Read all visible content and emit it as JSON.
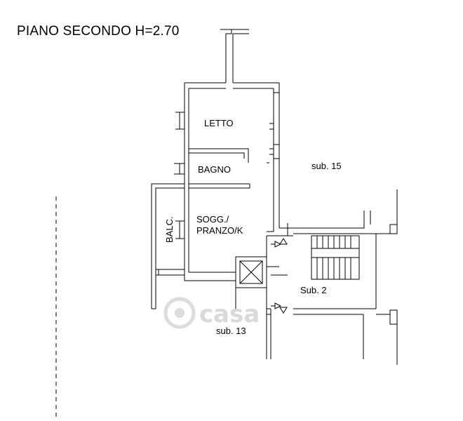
{
  "plan": {
    "title": "PIANO SECONDO H=2.70",
    "rooms": {
      "letto": "LETTO",
      "bagno": "BAGNO",
      "sogg_line1": "SOGG./",
      "sogg_line2": "PRANZO/K",
      "balc": "BALC.",
      "sub15": "sub. 15",
      "sub2": "Sub. 2",
      "sub13": "sub. 13"
    },
    "watermark": "casa"
  }
}
